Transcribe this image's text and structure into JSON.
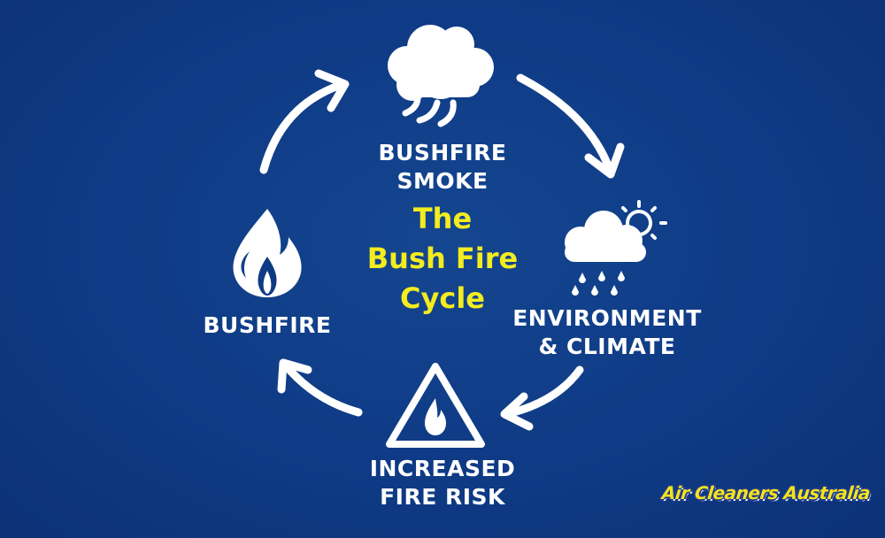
{
  "diagram": {
    "center_title": [
      "The",
      "Bush Fire",
      "Cycle"
    ],
    "nodes": {
      "smoke": {
        "lines": [
          "BUSHFIRE",
          "SMOKE"
        ],
        "icon": "smoke-cloud-icon"
      },
      "climate": {
        "lines": [
          "ENVIRONMENT",
          "& CLIMATE"
        ],
        "icon": "rain-cloud-sun-icon"
      },
      "risk": {
        "lines": [
          "INCREASED",
          "FIRE RISK"
        ],
        "icon": "fire-warning-icon"
      },
      "bushfire": {
        "lines": [
          "BUSHFIRE"
        ],
        "icon": "flame-icon"
      }
    },
    "colors": {
      "background": "#0f3a85",
      "title": "#f3ec1f",
      "text": "#ffffff",
      "logo": "#f6e21c"
    }
  },
  "logo": {
    "text": "Air Cleaners Australia"
  }
}
